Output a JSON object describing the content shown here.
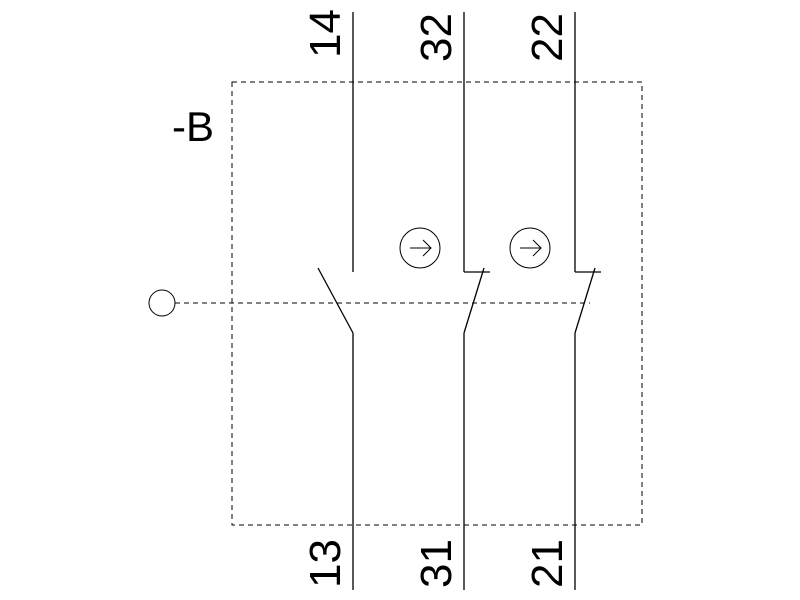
{
  "device": {
    "designation": "-B"
  },
  "contacts": [
    {
      "kind": "normally-open",
      "top_terminal": "14",
      "bottom_terminal": "13",
      "positive_opening": false
    },
    {
      "kind": "normally-closed",
      "top_terminal": "32",
      "bottom_terminal": "31",
      "positive_opening": true
    },
    {
      "kind": "normally-closed",
      "top_terminal": "22",
      "bottom_terminal": "21",
      "positive_opening": true
    }
  ],
  "colors": {
    "line": "#000000",
    "background": "#ffffff"
  }
}
